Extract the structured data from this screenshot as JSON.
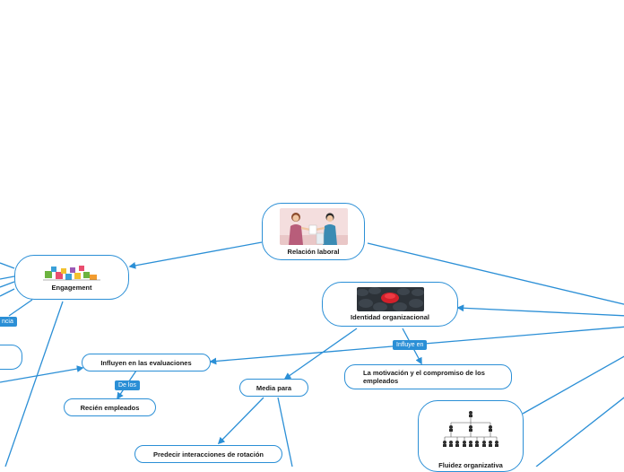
{
  "nodes": {
    "relacion": "Relación laboral",
    "engagement": "Engagement",
    "identidad": "Identidad organizacional",
    "influyen_evaluaciones": "Influyen en las evaluaciones",
    "recien": "Recién empleados",
    "media": "Media para",
    "predecir": "Predecir interacciones de rotación",
    "motivacion": "La motivación y el compromiso de los empleados",
    "fluidez": "Fluidez organizativa"
  },
  "badges": {
    "de_los": "De los",
    "influye_en": "Influye en",
    "left_cut": "ncia"
  },
  "colors": {
    "accent": "#2b8fd6",
    "connector": "#2b8fd6",
    "text": "#1a1a1a"
  },
  "icons": {
    "relacion": "handshake-illustration",
    "engagement": "colorful-blocks-illustration",
    "identidad": "red-umbrella-crowd-photo",
    "fluidez": "org-chart-illustration"
  }
}
